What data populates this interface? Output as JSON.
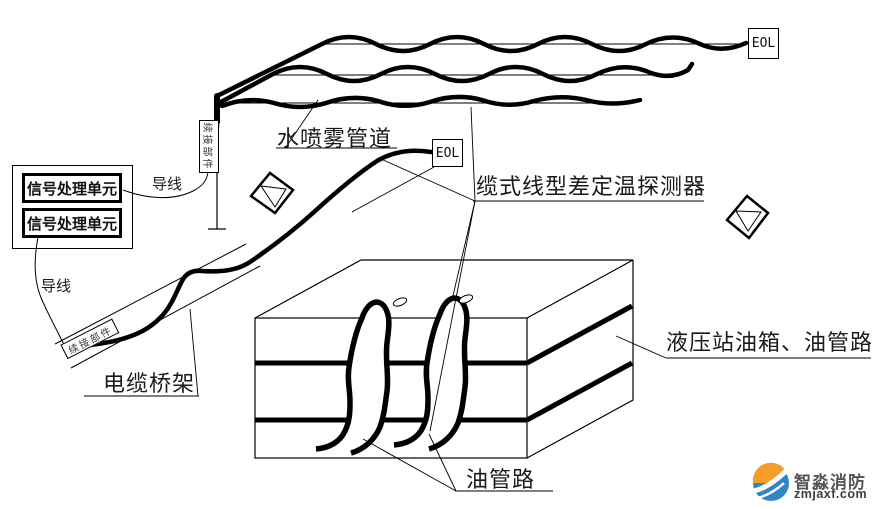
{
  "labels": {
    "water_spray_pipe": "水喷雾管道",
    "cable_detector": "缆式线型差定温探测器",
    "hydraulic_tank": "液压站油箱、油管路",
    "oil_pipeline": "油管路",
    "cable_tray": "电缆桥架"
  },
  "boxes": {
    "signal_unit_1": "信号处理单元",
    "signal_unit_2": "信号处理单元",
    "splice_top": "续接部件",
    "splice_bottom": "续接部件",
    "eol_top": "EOL",
    "eol_middle": "EOL"
  },
  "wires": {
    "wire_top": "导线",
    "wire_left": "导线"
  },
  "watermark": {
    "brand": "智淼消防",
    "site": "zmjaxf.com",
    "orange": "#f59d28",
    "blue": "#2e86c5"
  },
  "colors": {
    "line": "#000000",
    "background": "#ffffff"
  }
}
